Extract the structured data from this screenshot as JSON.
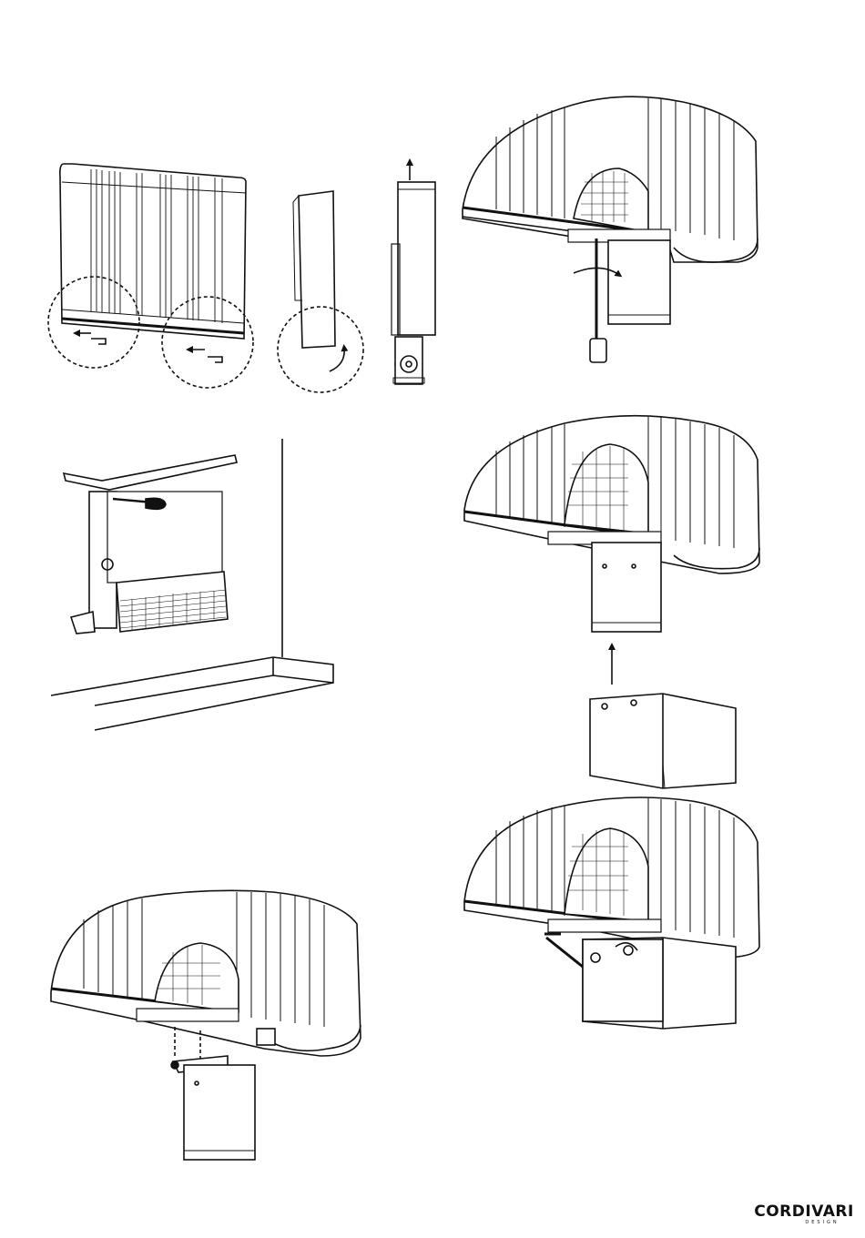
{
  "brand": {
    "name": "CORDIVARI",
    "sub": "DESIGN"
  },
  "figures": [
    {
      "id": "fig-front-release",
      "icon": "radiator-front-view-icon"
    },
    {
      "id": "fig-side-tilt",
      "icon": "radiator-side-tilt-icon"
    },
    {
      "id": "fig-side-lift",
      "icon": "radiator-side-lift-icon"
    },
    {
      "id": "fig-valve-cover-remove",
      "icon": "valve-cover-detail-icon"
    },
    {
      "id": "fig-bracket-wall-mount",
      "icon": "wall-bracket-screwdriver-icon"
    },
    {
      "id": "fig-cover-slide-up",
      "icon": "cover-slide-up-icon"
    },
    {
      "id": "fig-cover-screw-fix",
      "icon": "cover-screw-fix-icon"
    },
    {
      "id": "fig-cover-hex-key",
      "icon": "hex-key-fix-icon"
    }
  ]
}
